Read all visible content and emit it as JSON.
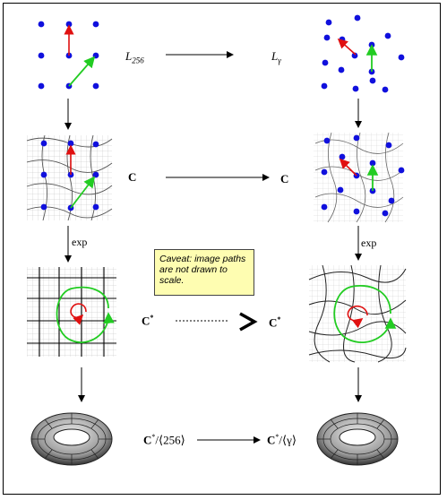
{
  "labels": {
    "lattice_left": "L256",
    "lattice_left_main": "L",
    "lattice_left_sub": "256",
    "lattice_right_main": "L",
    "lattice_right_sub": "γ",
    "c_left": "C",
    "c_right": "C",
    "exp_left": "exp",
    "exp_right": "exp",
    "cstar_left_main": "C",
    "cstar_left_sup": "*",
    "cstar_right_main": "C",
    "cstar_right_sup": "*",
    "quot_left": "C*/⟨256⟩",
    "quot_left_main": "C",
    "quot_left_sup": "*",
    "quot_left_rest": "/⟨256⟩",
    "quot_right_main": "C",
    "quot_right_sup": "*",
    "quot_right_rest": "/⟨γ⟩"
  },
  "caveat": "Caveat: image paths are not drawn to scale.",
  "colors": {
    "dot": "#1010dd",
    "red": "#e01010",
    "green": "#22cc22",
    "note_bg": "#fefdb1"
  }
}
